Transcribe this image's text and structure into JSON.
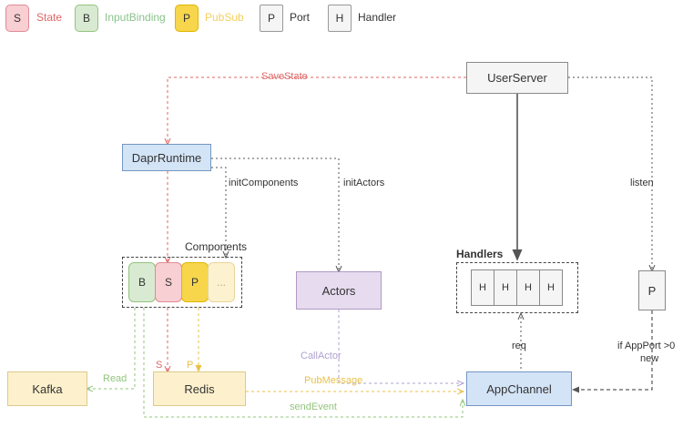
{
  "legend": {
    "items": [
      {
        "key": "S",
        "label": "State",
        "box": "b-state",
        "text": "c-state",
        "icon": "state-badge-icon"
      },
      {
        "key": "B",
        "label": "InputBinding",
        "box": "b-bind",
        "text": "c-bind",
        "icon": "inputbinding-badge-icon"
      },
      {
        "key": "P",
        "label": "PubSub",
        "box": "b-pub",
        "text": "c-pub",
        "icon": "pubsub-badge-icon"
      },
      {
        "key": "P",
        "label": "Port",
        "box": "b-plain",
        "text": "c-dark",
        "icon": "port-badge-icon"
      },
      {
        "key": "H",
        "label": "Handler",
        "box": "b-plain",
        "text": "c-dark",
        "icon": "handler-badge-icon"
      }
    ]
  },
  "nodes": {
    "user_server": "UserServer",
    "dapr_runtime": "DaprRuntime",
    "actors": "Actors",
    "kafka": "Kafka",
    "redis": "Redis",
    "app_channel": "AppChannel",
    "port": "P"
  },
  "groups": {
    "components_caption": "Components",
    "handlers_caption": "Handlers",
    "components_cells": [
      {
        "key": "B",
        "style": "b-bind"
      },
      {
        "key": "S",
        "style": "b-state"
      },
      {
        "key": "P",
        "style": "b-pub"
      },
      {
        "key": "...",
        "style": "b-dots"
      }
    ],
    "handler_cells": [
      "H",
      "H",
      "H",
      "H"
    ]
  },
  "edges": {
    "save_state": "SaveState",
    "init_components": "initComponents",
    "init_actors": "initActors",
    "listen": "listen",
    "call_actor": "CallActor",
    "pub_message": "PubMessage",
    "send_event": "sendEvent",
    "read": "Read",
    "req": "req",
    "if_app_port_line1": "if AppPort >0",
    "if_app_port_line2": "new",
    "state_tick": "S",
    "pub_tick": "P"
  },
  "colors": {
    "state_red": "#e06666",
    "binding_green": "#93c47d",
    "pubsub_yellow": "#e8c14a",
    "actor_purple": "#b0a0d0",
    "neutral_gray": "#555555",
    "blue_fill": "#d4e4f7",
    "cream_fill": "#fdf1cd",
    "purple_fill": "#e6dbef",
    "gray_fill": "#f5f5f5"
  }
}
